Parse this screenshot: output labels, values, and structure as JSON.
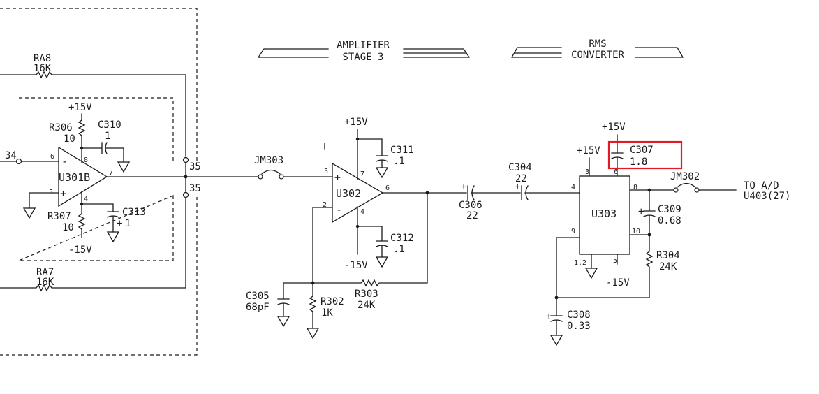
{
  "sections": {
    "amplifier_line1": "AMPLIFIER",
    "amplifier_line2": "STAGE 3",
    "rms_line1": "RMS",
    "rms_line2": "CONVERTER"
  },
  "components": {
    "ra8": {
      "ref": "RA8",
      "value": "16K"
    },
    "ra7": {
      "ref": "RA7",
      "value": "16K"
    },
    "r306": {
      "ref": "R306",
      "value": "10"
    },
    "r307": {
      "ref": "R307",
      "value": "10"
    },
    "c310": {
      "ref": "C310",
      "value": "1"
    },
    "c313": {
      "ref": "C313",
      "value": "1"
    },
    "u301b": {
      "ref": "U301B"
    },
    "u302": {
      "ref": "U302"
    },
    "u303": {
      "ref": "U303"
    },
    "jm303": {
      "ref": "JM303"
    },
    "jm302": {
      "ref": "JM302"
    },
    "c311": {
      "ref": "C311",
      "value": ".1"
    },
    "c312": {
      "ref": "C312",
      "value": ".1"
    },
    "c305": {
      "ref": "C305",
      "value": "68pF"
    },
    "r302": {
      "ref": "R302",
      "value": "1K"
    },
    "r303": {
      "ref": "R303",
      "value": "24K"
    },
    "c306": {
      "ref": "C306",
      "value": "22"
    },
    "c304": {
      "ref": "C304",
      "value": "22"
    },
    "c307": {
      "ref": "C307",
      "value": "1.8"
    },
    "c309": {
      "ref": "C309",
      "value": "0.68"
    },
    "r304": {
      "ref": "R304",
      "value": "24K"
    },
    "c308": {
      "ref": "C308",
      "value": "0.33"
    }
  },
  "rails": {
    "pos": "+15V",
    "neg": "-15V"
  },
  "polarity": {
    "plus": "+",
    "minus": "-"
  },
  "nets": {
    "input_node": "34",
    "conn_a": "35",
    "conn_b": "35"
  },
  "pins": {
    "u301b": [
      "6",
      "8",
      "7",
      "5",
      "4"
    ],
    "u302": [
      "3",
      "7",
      "6",
      "2",
      "4"
    ],
    "u303": [
      "3",
      "6",
      "4",
      "8",
      "9",
      "10",
      "1,2",
      "5"
    ]
  },
  "output": {
    "line1": "TO A/D",
    "line2": "U403(27)"
  },
  "highlight": {
    "target": "C307 1.8",
    "color": "#e01b24"
  }
}
